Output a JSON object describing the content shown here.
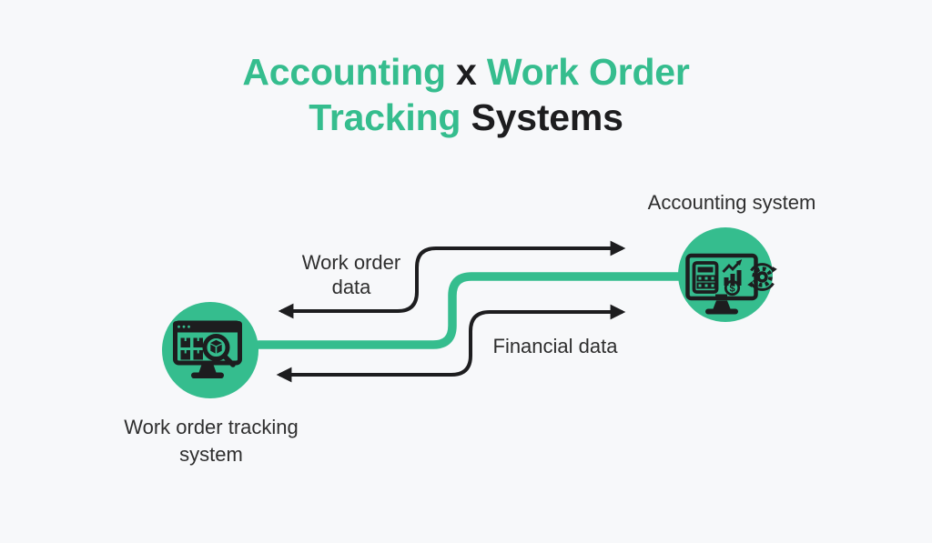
{
  "colors": {
    "green": "#35bd8e",
    "dark": "#1d1d1f",
    "text": "#2e2e2e",
    "background": "#f7f8fa"
  },
  "title": {
    "part1": "Accounting",
    "part2": "x",
    "part3": "Work Order Tracking",
    "part4": "Systems"
  },
  "nodes": {
    "work_order": {
      "label": "Work order tracking system",
      "icon": "monitor-with-magnifier-icon"
    },
    "accounting": {
      "label": "Accounting system",
      "icon": "monitor-with-calculator-chart-gear-icon"
    }
  },
  "flows": {
    "work_order_data": {
      "label": "Work order data",
      "direction": "bidirectional",
      "style": "black-arrow"
    },
    "financial_data": {
      "label": "Financial data",
      "direction": "bidirectional",
      "style": "black-arrow"
    },
    "connector": {
      "from": "work_order",
      "to": "accounting",
      "style": "green-connector"
    }
  }
}
